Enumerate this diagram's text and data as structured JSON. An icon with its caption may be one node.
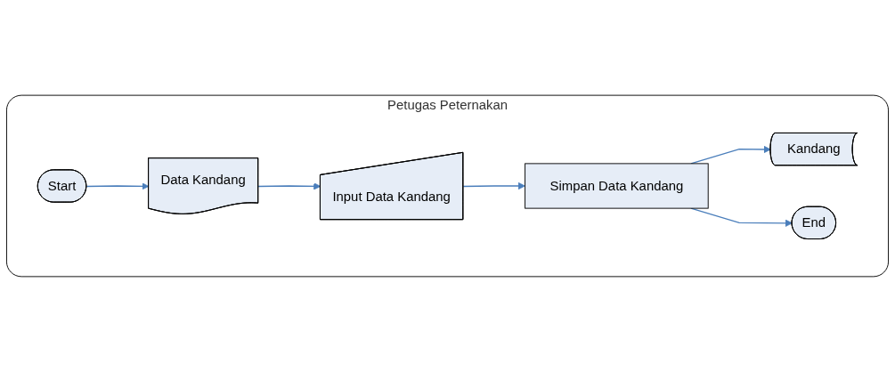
{
  "diagram": {
    "nodes": [
      {
        "text": [
          "Petugas Peternakan"
        ]
      },
      {
        "text": [
          "Start"
        ],
        "in": 0
      },
      {
        "text": [
          "Data Kandang"
        ],
        "in": 0
      },
      {
        "text": [
          "Input Data Kandang"
        ],
        "in": 0
      },
      {
        "text": [
          "Simpan Data Kandang"
        ],
        "in": 0
      },
      {
        "text": [
          "Kandang"
        ],
        "in": 0
      },
      {
        "text": [
          "End"
        ],
        "in": 0
      }
    ],
    "edges": [
      {
        "from": 1,
        "to": 2,
        "arrow": "to"
      },
      {
        "from": 2,
        "to": 3,
        "arrow": "to"
      },
      {
        "from": 3,
        "to": 4,
        "arrow": "to"
      },
      {
        "from": 4,
        "to": 5,
        "arrow": "to"
      },
      {
        "from": 4,
        "to": 6,
        "arrow": "to"
      }
    ]
  }
}
